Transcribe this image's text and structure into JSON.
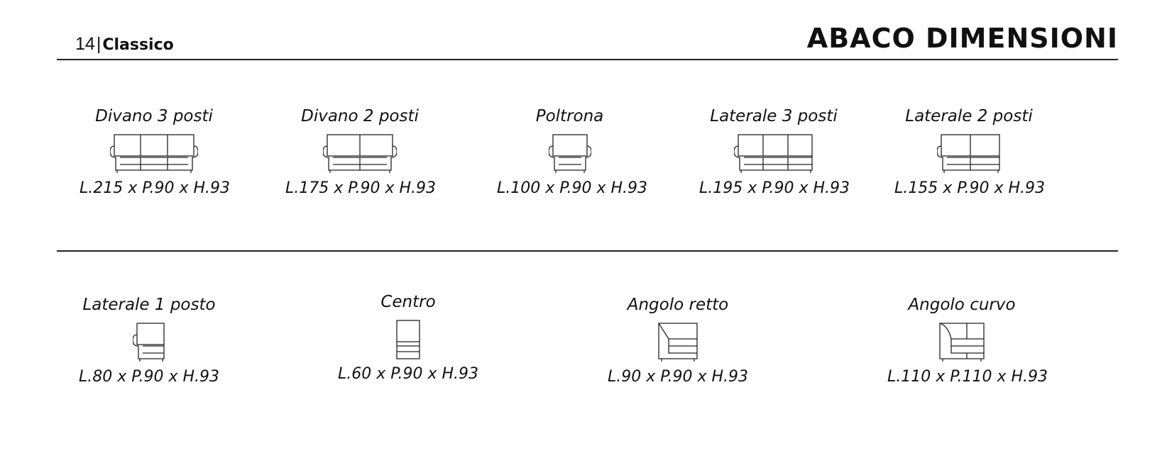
{
  "header": {
    "page_number": "14",
    "separator": "|",
    "section": "Classico",
    "title": "ABACO DIMENSIONI"
  },
  "items": [
    {
      "name": "Divano 3 posti",
      "dims": "L.215 x P.90 x H.93",
      "icon": "sofa-3-seat-icon"
    },
    {
      "name": "Divano 2 posti",
      "dims": "L.175 x P.90 x H.93",
      "icon": "sofa-2-seat-icon"
    },
    {
      "name": "Poltrona",
      "dims": "L.100 x P.90 x H.93",
      "icon": "armchair-icon"
    },
    {
      "name": "Laterale 3 posti",
      "dims": "L.195 x P.90 x H.93",
      "icon": "side-3-seat-icon"
    },
    {
      "name": "Laterale 2 posti",
      "dims": "L.155 x P.90 x H.93",
      "icon": "side-2-seat-icon"
    },
    {
      "name": "Laterale 1 posto",
      "dims": "L.80 x P.90 x H.93",
      "icon": "side-1-seat-icon"
    },
    {
      "name": "Centro",
      "dims": "L.60 x P.90 x H.93",
      "icon": "center-module-icon"
    },
    {
      "name": "Angolo retto",
      "dims": "L.90 x P.90 x H.93",
      "icon": "right-angle-corner-icon"
    },
    {
      "name": "Angolo curvo",
      "dims": "L.110 x P.110 x H.93",
      "icon": "curved-corner-icon"
    }
  ]
}
